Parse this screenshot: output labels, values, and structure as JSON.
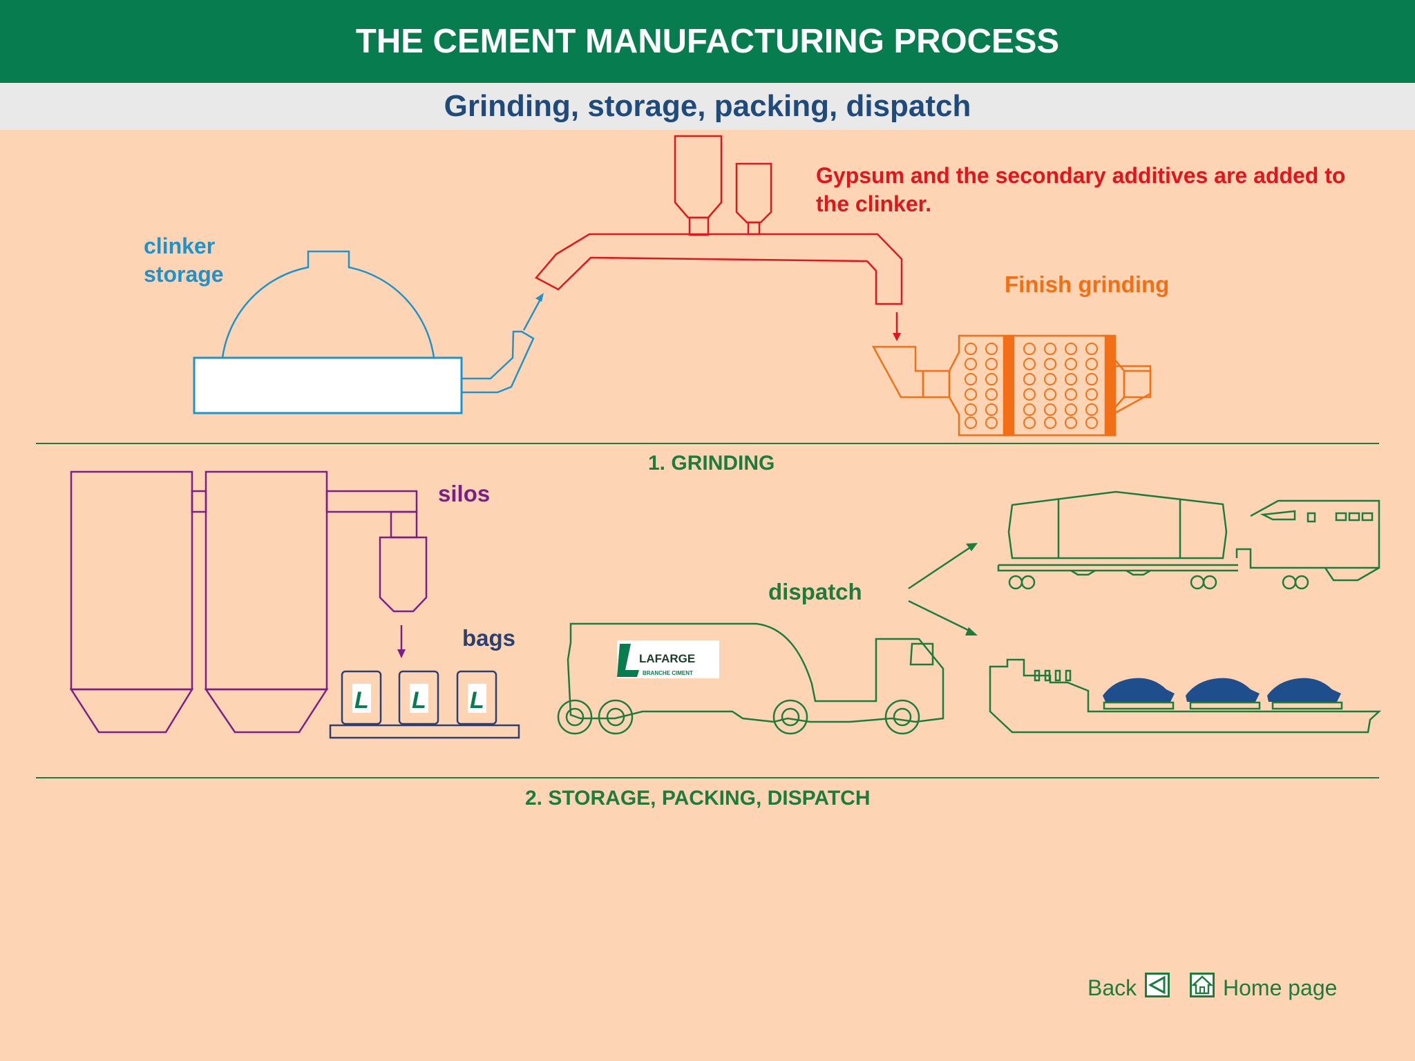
{
  "header": {
    "title": "THE CEMENT MANUFACTURING PROCESS"
  },
  "subheader": {
    "title": "Grinding, storage, packing, dispatch"
  },
  "labels": {
    "clinker_storage": "clinker storage",
    "gypsum_note": "Gypsum and the secondary additives are added to the clinker.",
    "finish_grinding": "Finish grinding",
    "silos": "silos",
    "bags": "bags",
    "dispatch": "dispatch",
    "bag_letter": "L",
    "truck_logo": "LAFARGE",
    "truck_logo_sub": "BRANCHE CIMENT"
  },
  "sections": {
    "grinding": "1. GRINDING",
    "storage": "2. STORAGE, PACKING, DISPATCH"
  },
  "nav": {
    "back_label": "Back",
    "home_label": "Home page"
  },
  "icons": {
    "back": "back-arrow-icon",
    "home": "home-icon"
  },
  "colors": {
    "header_green": "#067c4f",
    "clinker_blue": "#1f93c9",
    "additive_red": "#e1161c",
    "grinding_orange": "#f36f16",
    "silo_purple": "#7b1f84",
    "bag_navy": "#2d3f6f",
    "dispatch_green": "#1d7c3c",
    "cargo_blue": "#1f4e8c"
  }
}
